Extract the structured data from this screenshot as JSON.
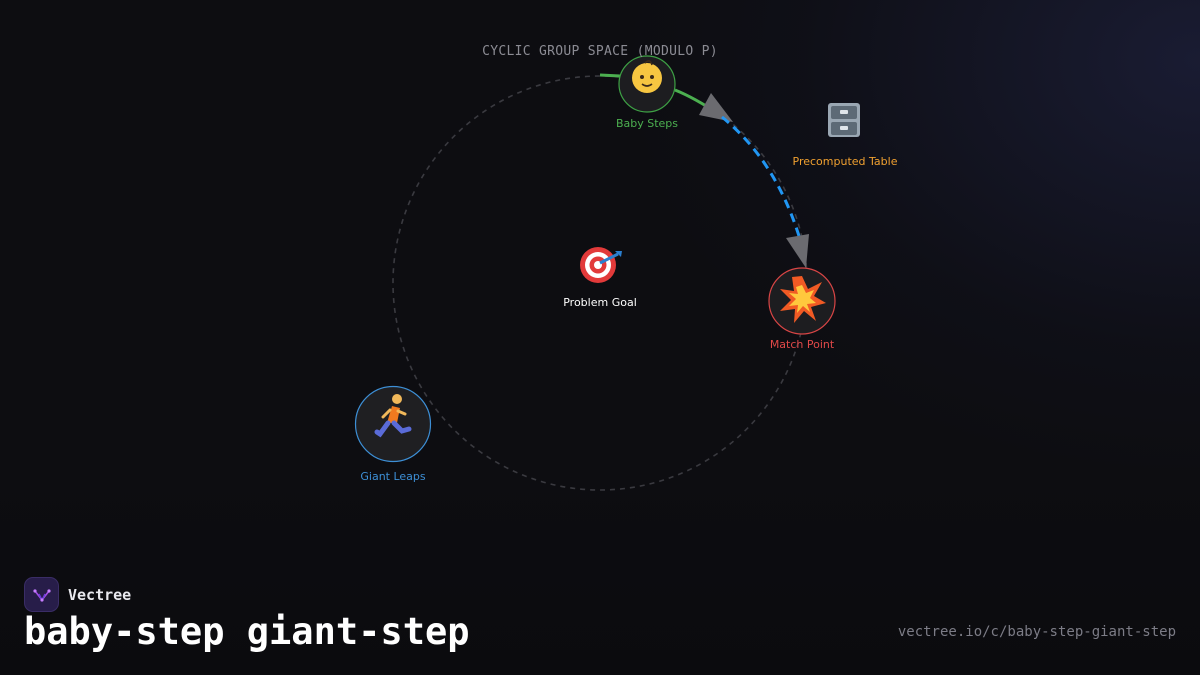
{
  "diagram": {
    "space_label": "CYCLIC GROUP SPACE (MODULO P)",
    "nodes": {
      "baby_steps": {
        "label": "Baby Steps",
        "icon": "baby-emoji",
        "glyph": "👶",
        "color": "#4caf50"
      },
      "precomputed_table": {
        "label": "Precomputed Table",
        "icon": "file-cabinet-emoji",
        "glyph": "🗄️",
        "color": "#f0a030"
      },
      "problem_goal": {
        "label": "Problem Goal",
        "icon": "target-emoji",
        "glyph": "🎯",
        "color": "#ffffff"
      },
      "match_point": {
        "label": "Match Point",
        "icon": "collision-emoji",
        "glyph": "💥",
        "color": "#e04848"
      },
      "giant_leaps": {
        "label": "Giant Leaps",
        "icon": "runner-emoji",
        "glyph": "🏃",
        "color": "#3d8fd6"
      }
    },
    "colors": {
      "baby_path": "#4caf50",
      "giant_path": "#2196f3",
      "cycle": "#3a3a40",
      "arrowhead": "#6b6b70"
    }
  },
  "footer": {
    "brand_name": "Vectree",
    "logo_icon": "vectree-logo-icon",
    "title": "baby-step giant-step",
    "url": "vectree.io/c/baby-step-giant-step"
  }
}
